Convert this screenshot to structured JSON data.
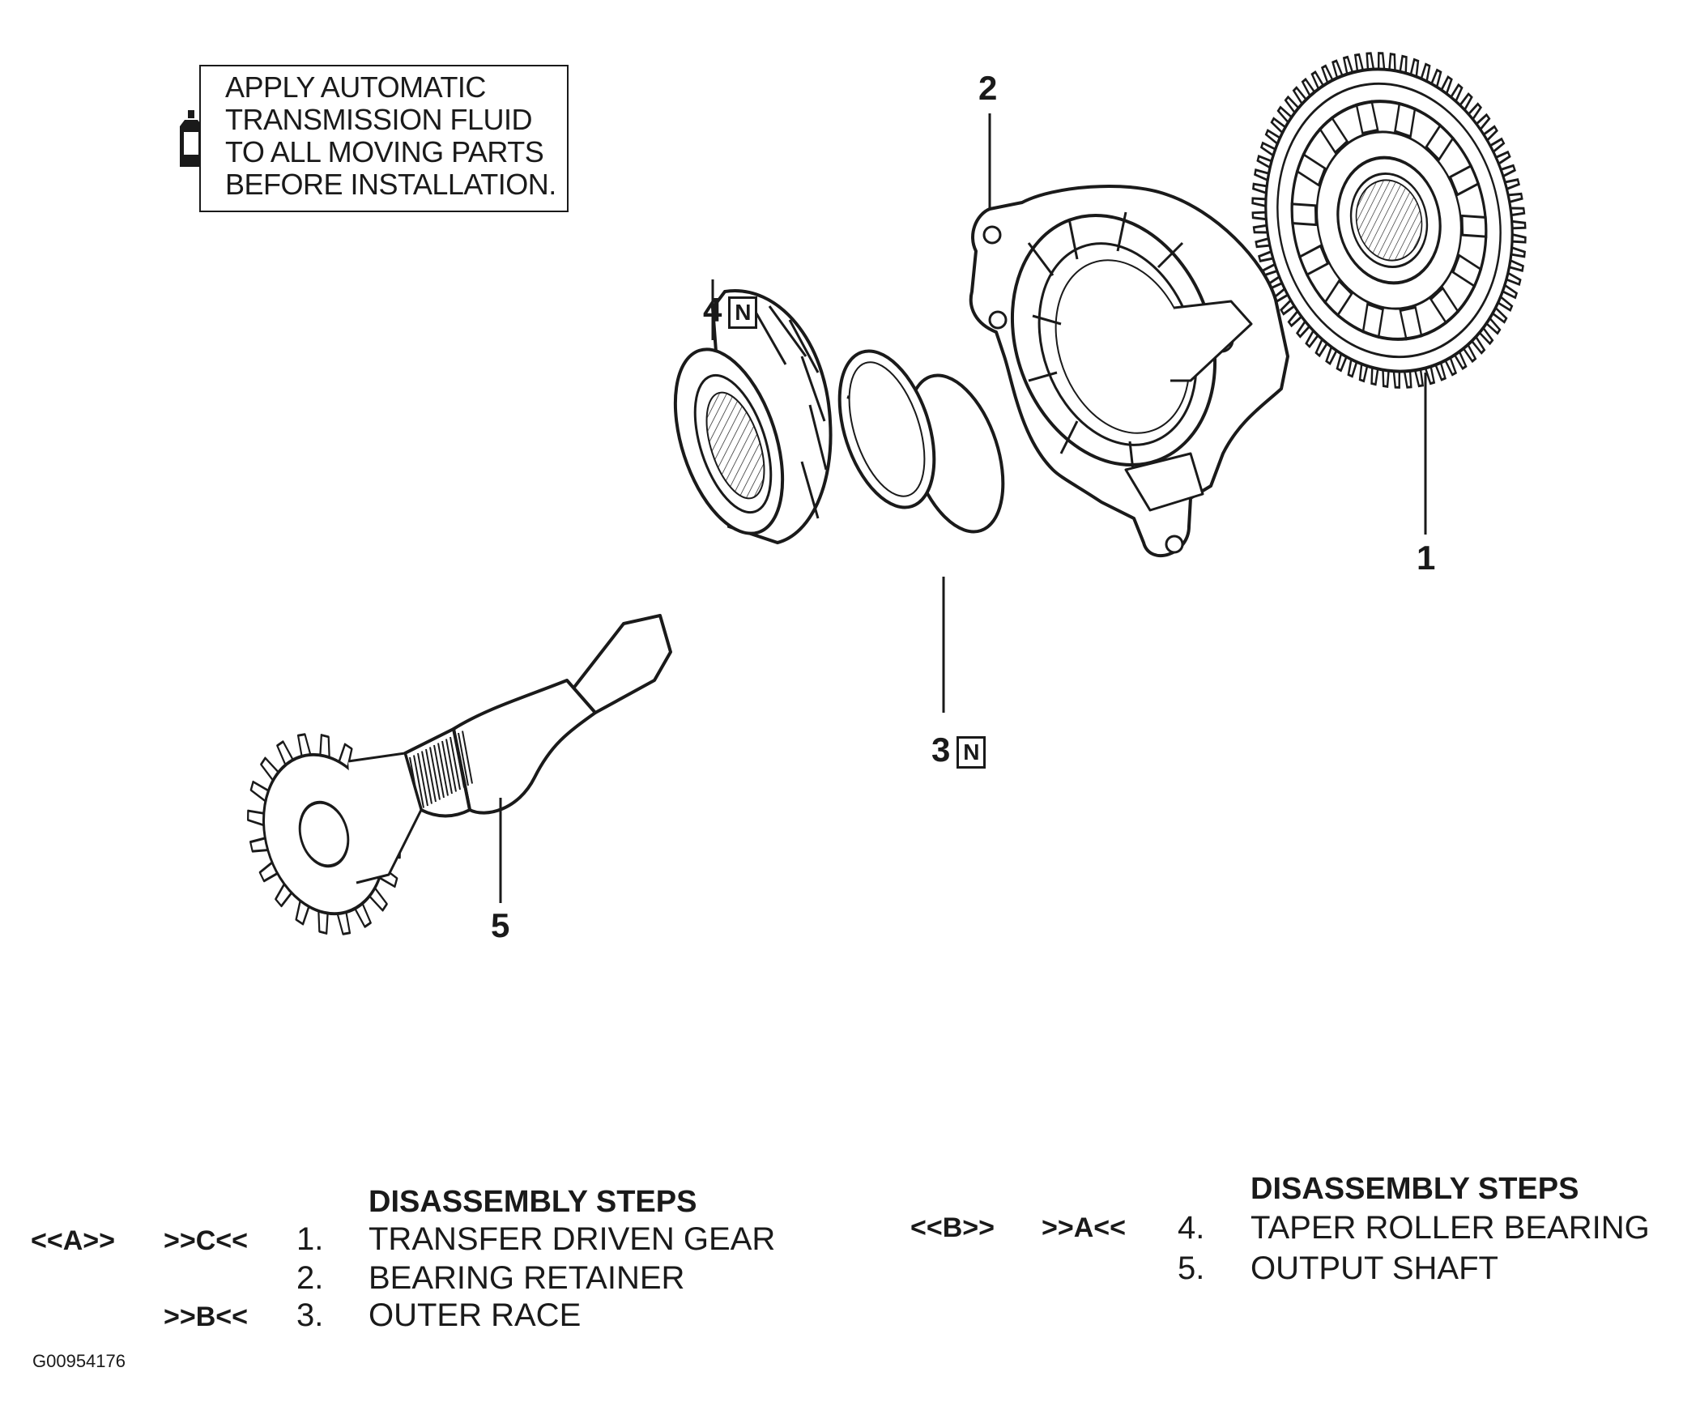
{
  "note": {
    "lines": [
      "APPLY AUTOMATIC",
      "TRANSMISSION FLUID",
      "TO ALL MOVING PARTS",
      "BEFORE INSTALLATION."
    ],
    "icon": "fluid-bottle-icon"
  },
  "callouts": {
    "c1": "1",
    "c2": "2",
    "c3": "3",
    "c4": "4",
    "c5": "5",
    "n_mark": "N"
  },
  "steps_left": {
    "header": "DISASSEMBLY STEPS",
    "rows": [
      {
        "code_a": "<<A>>",
        "code_b": ">>C<<",
        "num": "1.",
        "name": "TRANSFER DRIVEN GEAR"
      },
      {
        "code_a": "",
        "code_b": "",
        "num": "2.",
        "name": "BEARING RETAINER"
      },
      {
        "code_a": "",
        "code_b": ">>B<<",
        "num": "3.",
        "name": "OUTER RACE"
      }
    ]
  },
  "steps_right": {
    "header": "DISASSEMBLY STEPS",
    "rows": [
      {
        "code_a": "<<B>>",
        "code_b": ">>A<<",
        "num": "4.",
        "name": "TAPER ROLLER BEARING"
      },
      {
        "code_a": "",
        "code_b": "",
        "num": "5.",
        "name": "OUTPUT SHAFT"
      }
    ]
  },
  "figure_id": "G00954176"
}
